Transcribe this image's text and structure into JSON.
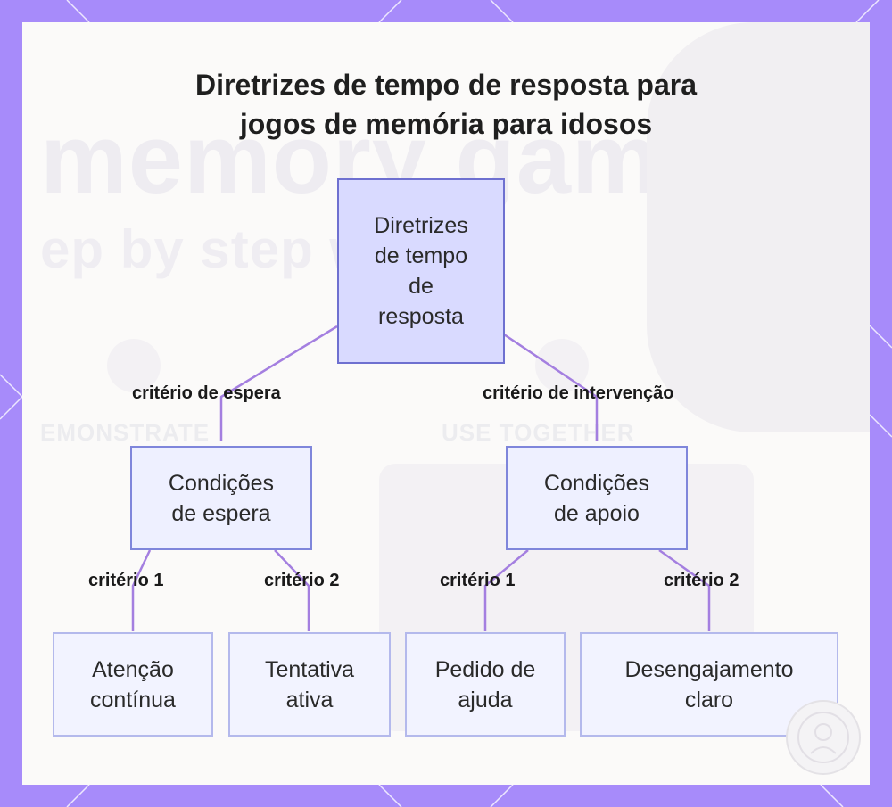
{
  "title": {
    "line1": "Diretrizes de tempo de resposta para",
    "line2": "jogos de memória para idosos"
  },
  "background_ghost": {
    "line1": "memory games",
    "line2": "ep by step w      rs",
    "label_left": "EMONSTRATE",
    "label_right": "USE TOGETHER"
  },
  "nodes": {
    "root": {
      "line1": "Diretrizes",
      "line2": "de tempo",
      "line3": "de",
      "line4": "resposta"
    },
    "wait": {
      "line1": "Condições",
      "line2": "de espera"
    },
    "support": {
      "line1": "Condições",
      "line2": "de apoio"
    },
    "attention": {
      "line1": "Atenção",
      "line2": "contínua"
    },
    "attempt": {
      "line1": "Tentativa",
      "line2": "ativa"
    },
    "help": {
      "line1": "Pedido de",
      "line2": "ajuda"
    },
    "disengage": {
      "line1": "Desengajamento",
      "line2": "claro"
    }
  },
  "edges": {
    "wait_criterion": "critério de espera",
    "intervention_criterion": "critério de intervenção",
    "wait_c1": "critério 1",
    "wait_c2": "critério 2",
    "support_c1": "critério 1",
    "support_c2": "critério 2"
  },
  "colors": {
    "frame": "#a78bfa",
    "connector": "#a47fe0",
    "root_fill": "#d9daff",
    "box_border": "#7f86db"
  }
}
